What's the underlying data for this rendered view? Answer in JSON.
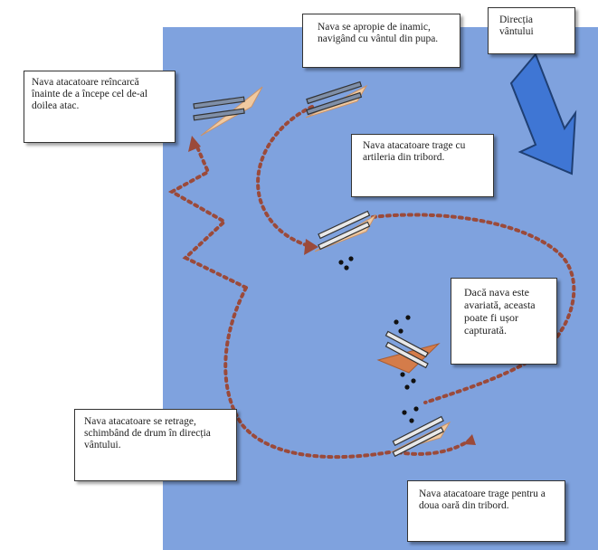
{
  "diagram": {
    "sea_color": "#7fa2de",
    "path_color": "#9b4a3a",
    "ship_color": "#f0c9a0",
    "arrow_color": "#3f76d4",
    "labels": {
      "wind_direction": "Direcția vântului",
      "approach": "Nava se apropie de inamic, navigând cu vântul din pupa.",
      "reload": "Nava atacatoare reîncarcă înainte de a începe cel de-al doilea atac.",
      "fire_starboard": "Nava atacatoare trage cu artileria din tribord.",
      "damaged": "Dacă nava este avariată, aceasta poate fi ușor capturată.",
      "retreat": "Nava atacatoare se retrage, schimbând de drum în direcția vântului.",
      "second_fire": "Nava atacatoare trage pentru a doua oară din tribord."
    }
  }
}
